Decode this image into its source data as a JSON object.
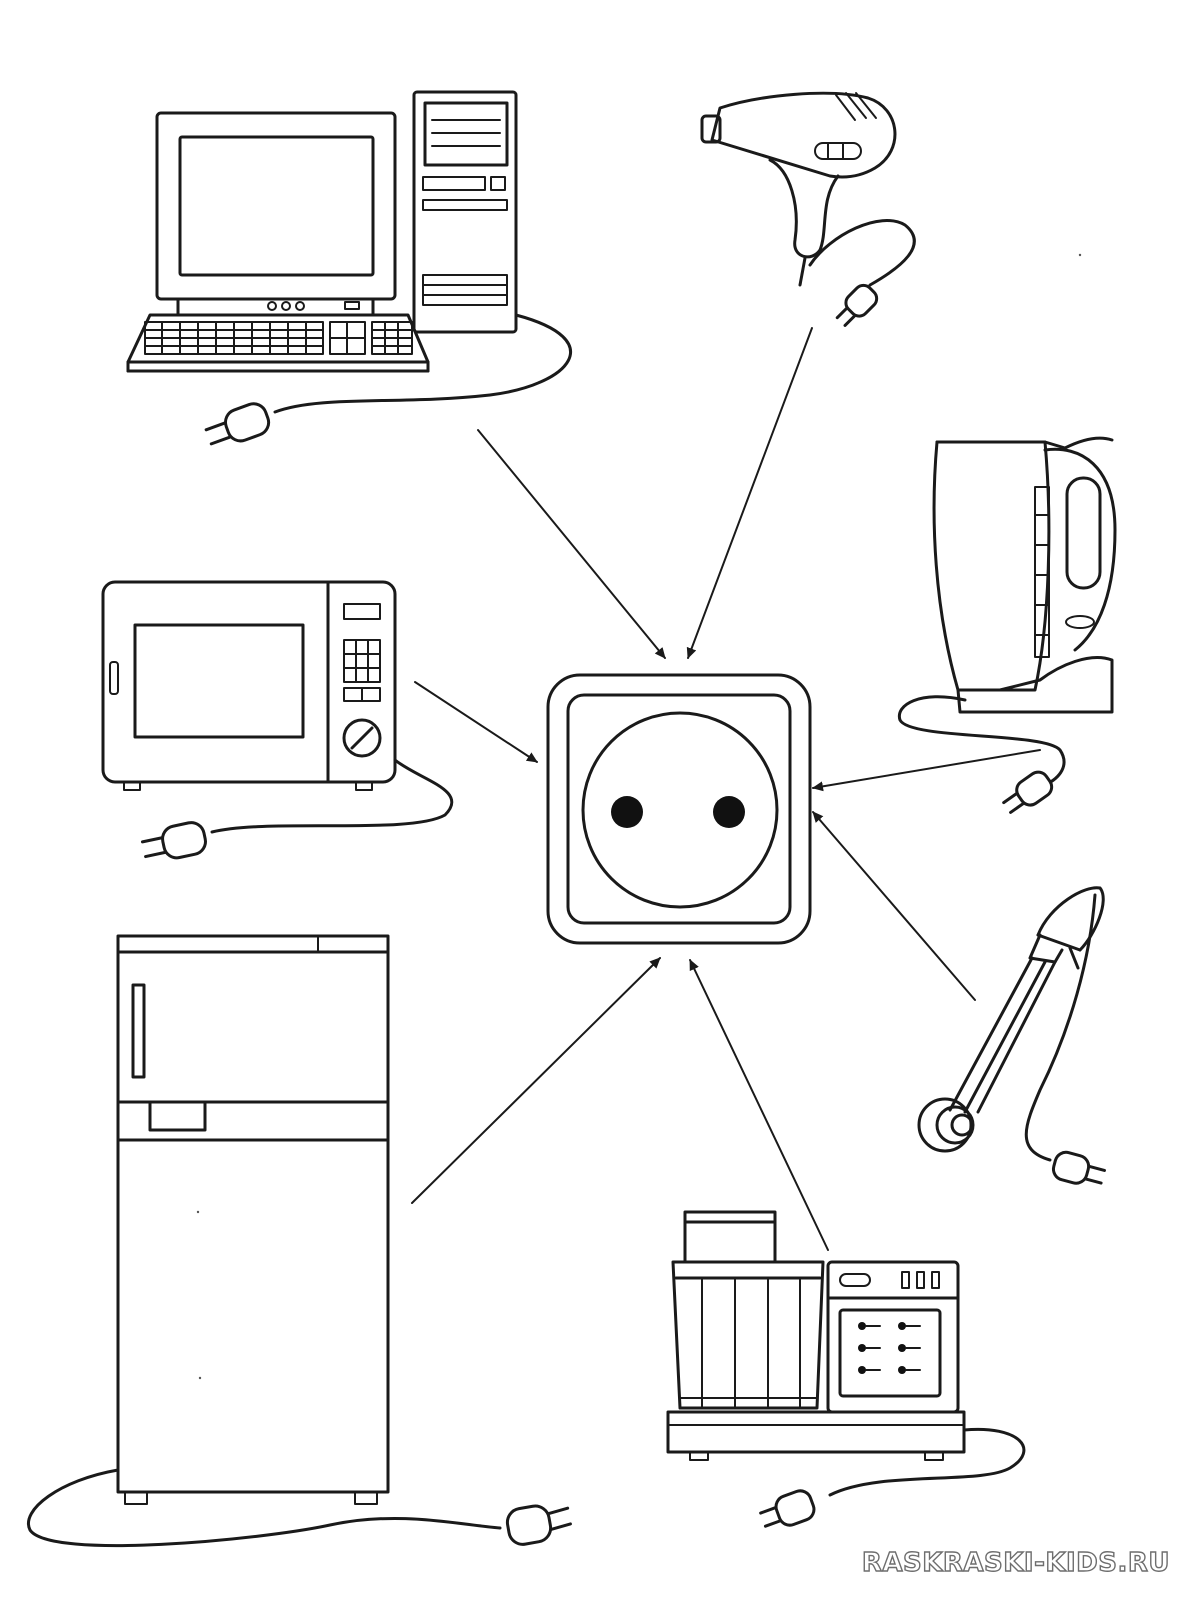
{
  "watermark": {
    "text": "RASKRASKI-KIDS.RU"
  },
  "colors": {
    "ink": "#1a1a1a",
    "paper": "#ffffff",
    "watermark_outline": "#6e6e6e"
  },
  "items": [
    "computer",
    "hair-dryer",
    "microwave",
    "electric-kettle",
    "immersion-heater",
    "refrigerator",
    "food-processor"
  ],
  "center_item": "power-socket"
}
